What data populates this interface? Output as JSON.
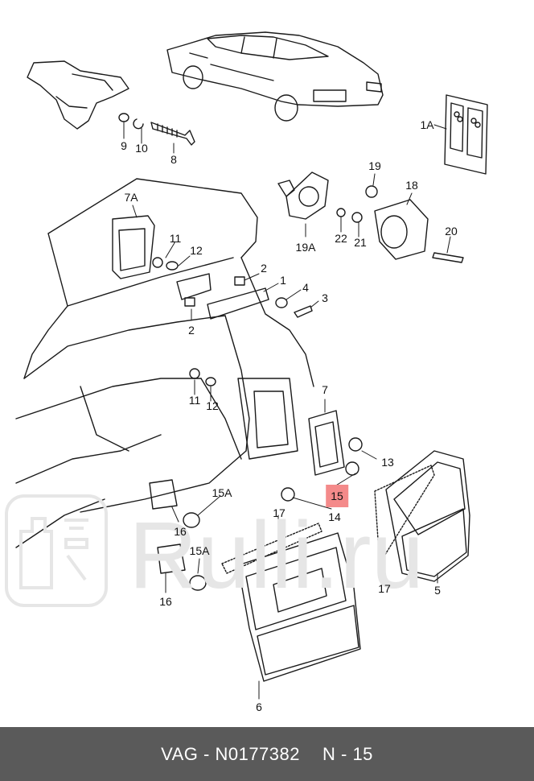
{
  "callouts": [
    {
      "id": "1A",
      "text": "1A"
    },
    {
      "id": "9",
      "text": "9"
    },
    {
      "id": "10",
      "text": "10"
    },
    {
      "id": "8",
      "text": "8"
    },
    {
      "id": "19",
      "text": "19"
    },
    {
      "id": "18",
      "text": "18"
    },
    {
      "id": "7A",
      "text": "7A"
    },
    {
      "id": "19A",
      "text": "19A"
    },
    {
      "id": "22",
      "text": "22"
    },
    {
      "id": "21",
      "text": "21"
    },
    {
      "id": "20",
      "text": "20"
    },
    {
      "id": "11a",
      "text": "11"
    },
    {
      "id": "12a",
      "text": "12"
    },
    {
      "id": "2a",
      "text": "2"
    },
    {
      "id": "1",
      "text": "1"
    },
    {
      "id": "4",
      "text": "4"
    },
    {
      "id": "3",
      "text": "3"
    },
    {
      "id": "2b",
      "text": "2"
    },
    {
      "id": "11b",
      "text": "11"
    },
    {
      "id": "12b",
      "text": "12"
    },
    {
      "id": "7",
      "text": "7"
    },
    {
      "id": "13",
      "text": "13"
    },
    {
      "id": "15",
      "text": "15",
      "highlight": true
    },
    {
      "id": "14",
      "text": "14"
    },
    {
      "id": "15Aa",
      "text": "15A"
    },
    {
      "id": "17a",
      "text": "17"
    },
    {
      "id": "16a",
      "text": "16"
    },
    {
      "id": "15Ab",
      "text": "15A"
    },
    {
      "id": "16b",
      "text": "16"
    },
    {
      "id": "17b",
      "text": "17"
    },
    {
      "id": "5",
      "text": "5"
    },
    {
      "id": "6",
      "text": "6"
    }
  ],
  "footer": {
    "brand": "VAG - N0177382",
    "page": "N - 15"
  },
  "watermark": {
    "text": "Rulli.ru",
    "color": "#e6e6e6"
  },
  "colors": {
    "highlight": "#f48a8a",
    "footer_bg": "#5a5a5a",
    "line": "#1a1a1a"
  }
}
